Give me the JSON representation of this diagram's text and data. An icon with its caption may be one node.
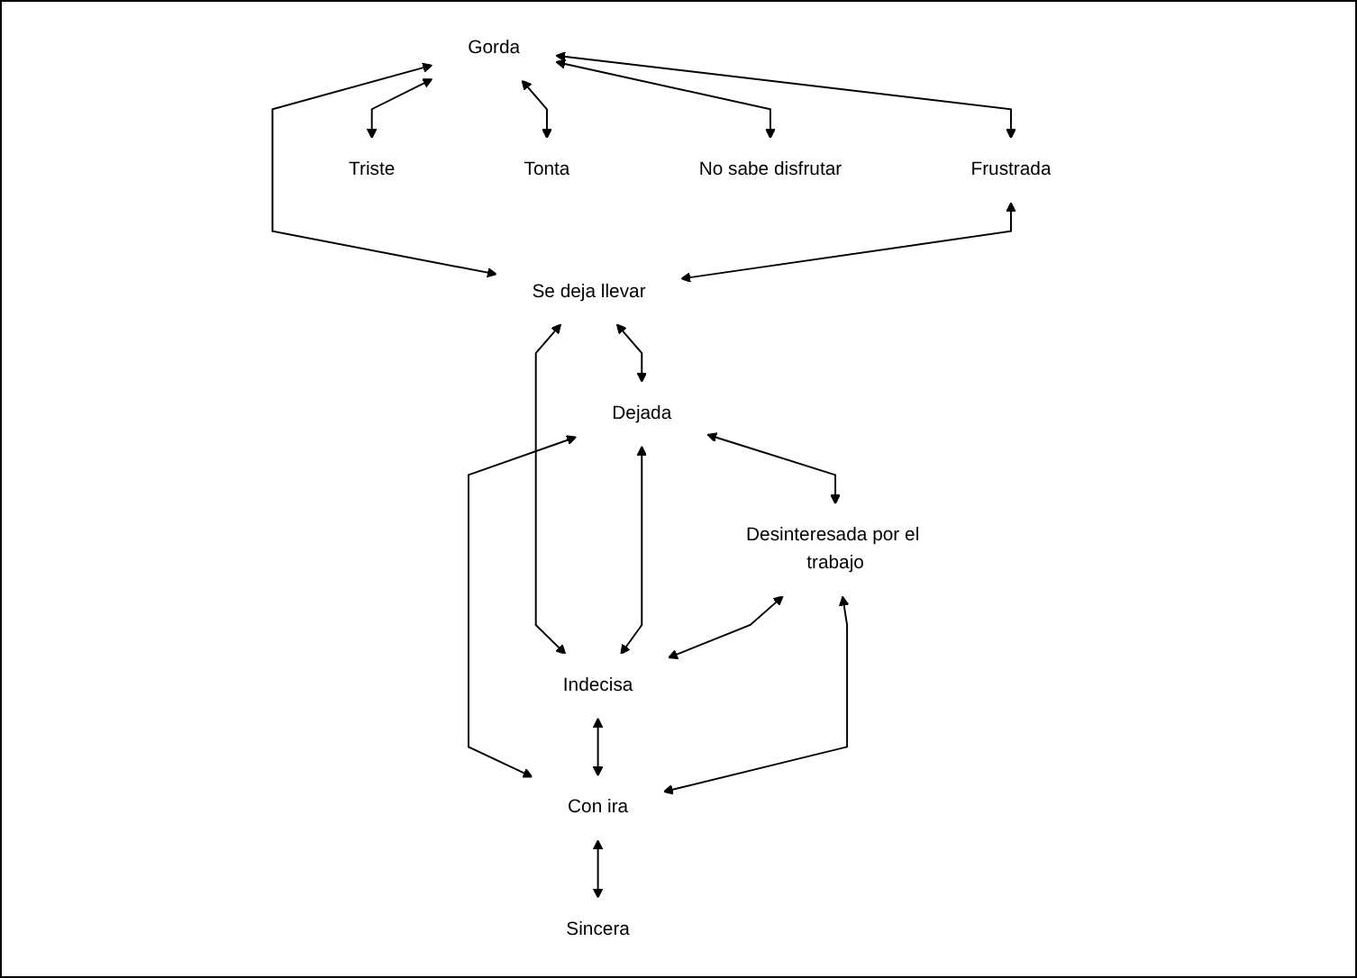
{
  "diagram": {
    "nodes": [
      {
        "text": [
          "Gorda"
        ]
      },
      {
        "text": [
          "Frustrada"
        ]
      },
      {
        "text": [
          "Triste"
        ]
      },
      {
        "text": [
          "Tonta"
        ]
      },
      {
        "text": [
          "No sabe disfrutar"
        ]
      },
      {
        "text": [
          "Se deja llevar"
        ]
      },
      {
        "text": [
          "Dejada"
        ]
      },
      {
        "text": [
          "Indecisa"
        ]
      },
      {
        "text": [
          "Desinteresada por el trabajo"
        ]
      },
      {
        "text": [
          "Con ira"
        ]
      },
      {
        "text": [
          "Sincera"
        ]
      }
    ],
    "edges": [
      {
        "from": 0,
        "to": 1,
        "arrow": "both"
      },
      {
        "from": 0,
        "to": 2,
        "arrow": "both"
      },
      {
        "from": 0,
        "to": 3,
        "arrow": "both"
      },
      {
        "from": 0,
        "to": 4,
        "arrow": "both"
      },
      {
        "from": 0,
        "to": 5,
        "arrow": "both"
      },
      {
        "from": 1,
        "to": 5,
        "arrow": "both"
      },
      {
        "from": 5,
        "to": 6,
        "arrow": "both"
      },
      {
        "from": 5,
        "to": 7,
        "arrow": "both"
      },
      {
        "from": 6,
        "to": 7,
        "arrow": "both"
      },
      {
        "from": 6,
        "to": 9,
        "arrow": "both"
      },
      {
        "from": 8,
        "to": 7,
        "arrow": "both"
      },
      {
        "from": 6,
        "to": 8,
        "arrow": "both"
      },
      {
        "from": 7,
        "to": 9,
        "arrow": "both"
      },
      {
        "from": 8,
        "to": 9,
        "arrow": "both"
      },
      {
        "from": 9,
        "to": 10,
        "arrow": "both"
      }
    ]
  }
}
